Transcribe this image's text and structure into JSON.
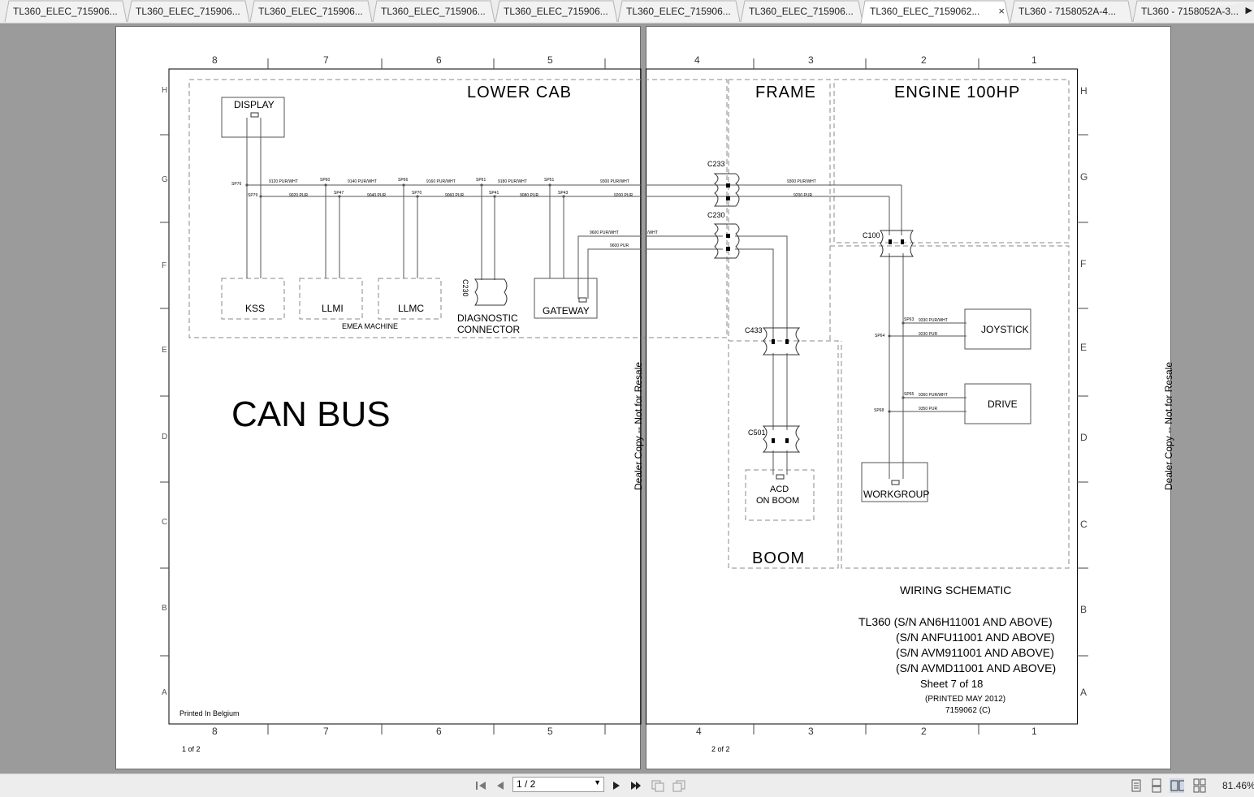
{
  "tabs": [
    {
      "label": "TL360_ELEC_715906...",
      "active": false
    },
    {
      "label": "TL360_ELEC_715906...",
      "active": false
    },
    {
      "label": "TL360_ELEC_715906...",
      "active": false
    },
    {
      "label": "TL360_ELEC_715906...",
      "active": false
    },
    {
      "label": "TL360_ELEC_715906...",
      "active": false
    },
    {
      "label": "TL360_ELEC_715906...",
      "active": false
    },
    {
      "label": "TL360_ELEC_715906...",
      "active": false
    },
    {
      "label": "TL360_ELEC_7159062...",
      "active": true
    },
    {
      "label": "TL360 - 7158052A-4...",
      "active": false
    },
    {
      "label": "TL360 - 7158052A-3...",
      "active": false
    }
  ],
  "tab_close_glyph": "×",
  "tab_scroll_glyph": "▶",
  "drawing": {
    "zones": {
      "lower_cab": "LOWER CAB",
      "frame": "FRAME",
      "engine": "ENGINE 100HP",
      "boom": "BOOM"
    },
    "title_big": "CAN BUS",
    "components": {
      "display": "DISPLAY",
      "kss": "KSS",
      "llmi": "LLMI",
      "llmc": "LLMC",
      "gateway": "GATEWAY",
      "diag_line1": "DIAGNOSTIC",
      "diag_line2": "CONNECTOR",
      "emea": "EMEA MACHINE",
      "acd_line1": "ACD",
      "acd_line2": "ON BOOM",
      "joystick": "JOYSTICK",
      "drive": "DRIVE",
      "workgroup": "WORKGROUP"
    },
    "connectors": {
      "c233": "C233",
      "c230_left": "C230",
      "c230_right": "C230",
      "c100": "C100",
      "c433": "C433",
      "c501": "C501"
    },
    "wires": {
      "w9120": "9120 PUR/WHT",
      "w9140": "9140 PUR/WHT",
      "w9160": "9160 PUR/WHT",
      "w9180": "9180 PUR/WHT",
      "w9300": "9300 PUR/WHT",
      "w9300r": "9300 PUR/WHT",
      "w9020": "9020 PUR",
      "w9040": "9040 PUR",
      "w9060": "9060 PUR",
      "w9080": "9080 PUR",
      "w9200": "9200 PUR",
      "w9200r": "9200 PUR",
      "w9600a": "9600 PUR/WHT",
      "w9600b": "9600 PUR",
      "w9330": "9330 PUR/WHT",
      "w9230": "9230 PUR",
      "w9360": "9360 PUR/WHT",
      "w9350": "9350 PUR",
      "wwht": "/WHT"
    },
    "splices": {
      "sp76": "SP76",
      "sp79": "SP79",
      "sp60": "SP60",
      "sp47": "SP47",
      "sp66": "SP66",
      "sp70": "SP70",
      "sp61": "SP61",
      "sp41": "SP41",
      "sp51": "SP51",
      "sp43": "SP43",
      "sp63": "SP63",
      "sp64": "SP64",
      "sp65": "SP65",
      "sp68": "SP68"
    },
    "watermark": "Dealer Copy -- Not for Resale",
    "printed_in": "Printed In Belgium",
    "grid_cols_left": [
      "8",
      "7",
      "6",
      "5"
    ],
    "grid_cols_right": [
      "4",
      "3",
      "2",
      "1"
    ],
    "grid_rows": [
      "H",
      "G",
      "F",
      "E",
      "D",
      "C",
      "B",
      "A"
    ],
    "title_block": {
      "heading": "WIRING SCHEMATIC",
      "sn1": "TL360 (S/N AN6H11001 AND ABOVE)",
      "sn2": "(S/N ANFU11001 AND ABOVE)",
      "sn3": "(S/N AVM911001 AND ABOVE)",
      "sn4": "(S/N AVMD11001 AND ABOVE)",
      "sheet": "Sheet  7 of 18",
      "printed": "(PRINTED MAY 2012)",
      "part": "7159062 (C)"
    },
    "page_left_num": "1 of 2",
    "page_right_num": "2 of 2"
  },
  "statusbar": {
    "page_value": "1 / 2",
    "zoom": "81.46%"
  },
  "colors": {
    "viewer_bg": "#9b9b9b",
    "ink": "#000000",
    "dash": "#888888"
  }
}
